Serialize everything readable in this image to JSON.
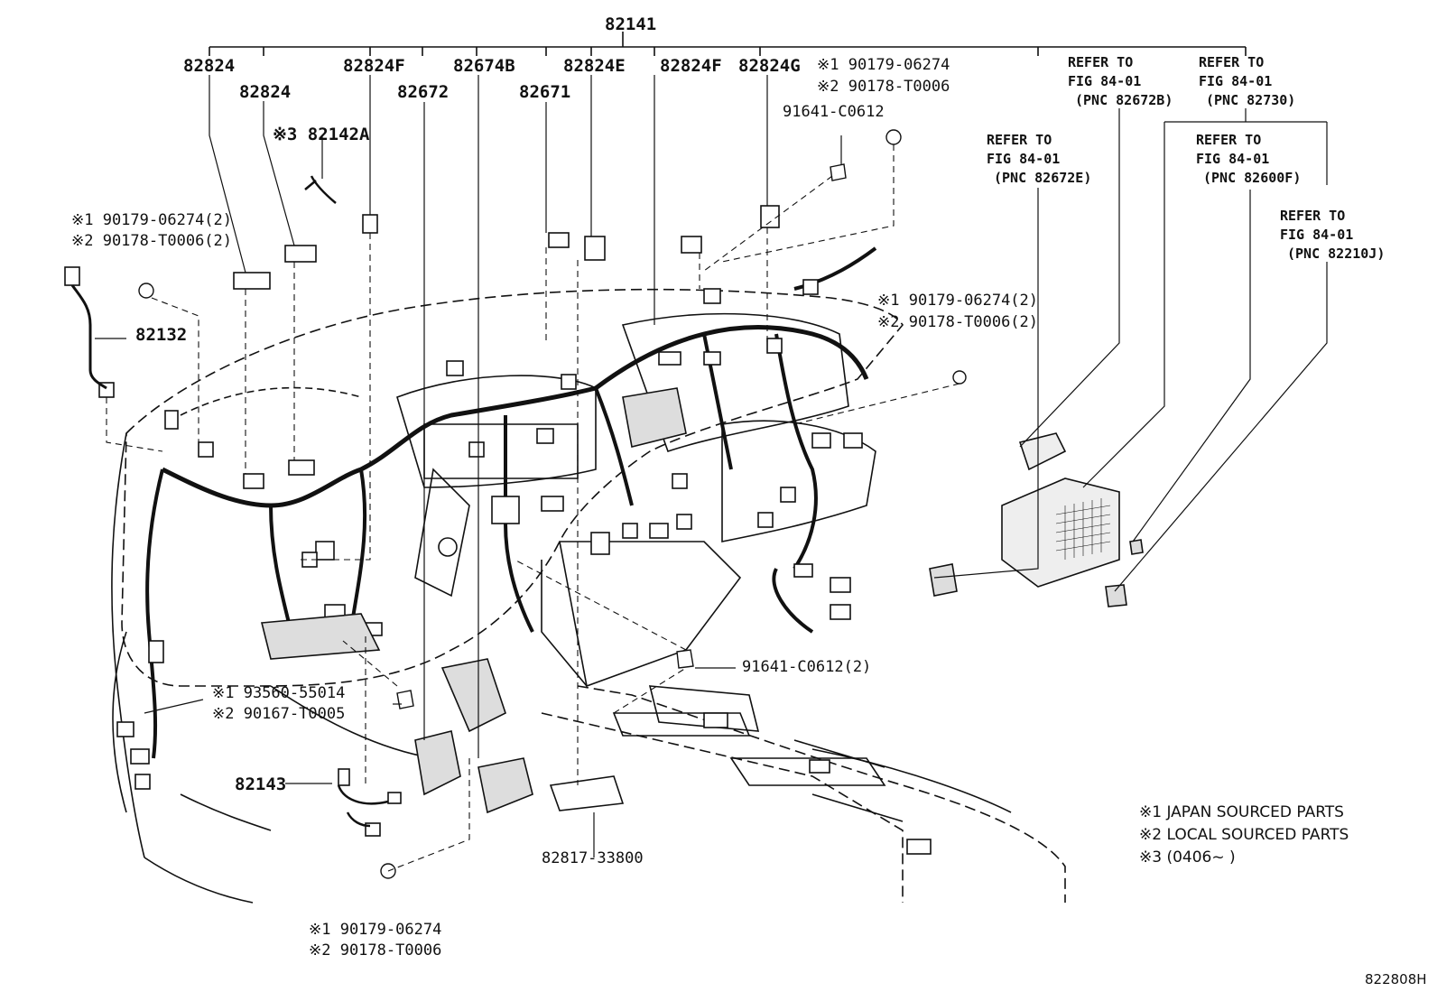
{
  "figure_id": "822808H",
  "callouts": {
    "c82141": "82141",
    "c82824_a": "82824",
    "c82824_b": "82824",
    "c82824f_a": "82824F",
    "c82674b": "82674B",
    "c82824e": "82824E",
    "c82824f_b": "82824F",
    "c82824g": "82824G",
    "c82672": "82672",
    "c82671": "82671",
    "c82142a": "※3 82142A",
    "c82132": "82132",
    "c82143": "82143",
    "c82817": "82817-33800",
    "c91641_top": "91641-C0612",
    "c91641_mid": "91641-C0612(2)",
    "top_right_1": "※1 90179-06274",
    "top_right_2": "※2 90178-T0006",
    "left_1": "※1 90179-06274(2)",
    "left_2": "※2 90178-T0006(2)",
    "mid_right_1": "※1 90179-06274(2)",
    "mid_right_2": "※2 90178-T0006(2)",
    "bolt_1": "※1 93560-55014",
    "bolt_2": "※2 90167-T0005",
    "bottom_1": "※1 90179-06274",
    "bottom_2": "※2 90178-T0006"
  },
  "references": [
    {
      "line1": "REFER TO",
      "line2": "FIG 84-01",
      "line3": "(PNC 82672E)"
    },
    {
      "line1": "REFER TO",
      "line2": "FIG 84-01",
      "line3": "(PNC 82672B)"
    },
    {
      "line1": "REFER TO",
      "line2": "FIG 84-01",
      "line3": "(PNC 82730)"
    },
    {
      "line1": "REFER TO",
      "line2": "FIG 84-01",
      "line3": "(PNC 82600F)"
    },
    {
      "line1": "REFER TO",
      "line2": "FIG 84-01",
      "line3": "(PNC 82210J)"
    }
  ],
  "notes": {
    "n1": "※1 JAPAN SOURCED PARTS",
    "n2": "※2 LOCAL SOURCED PARTS",
    "n3": "※3 (0406~        )"
  }
}
